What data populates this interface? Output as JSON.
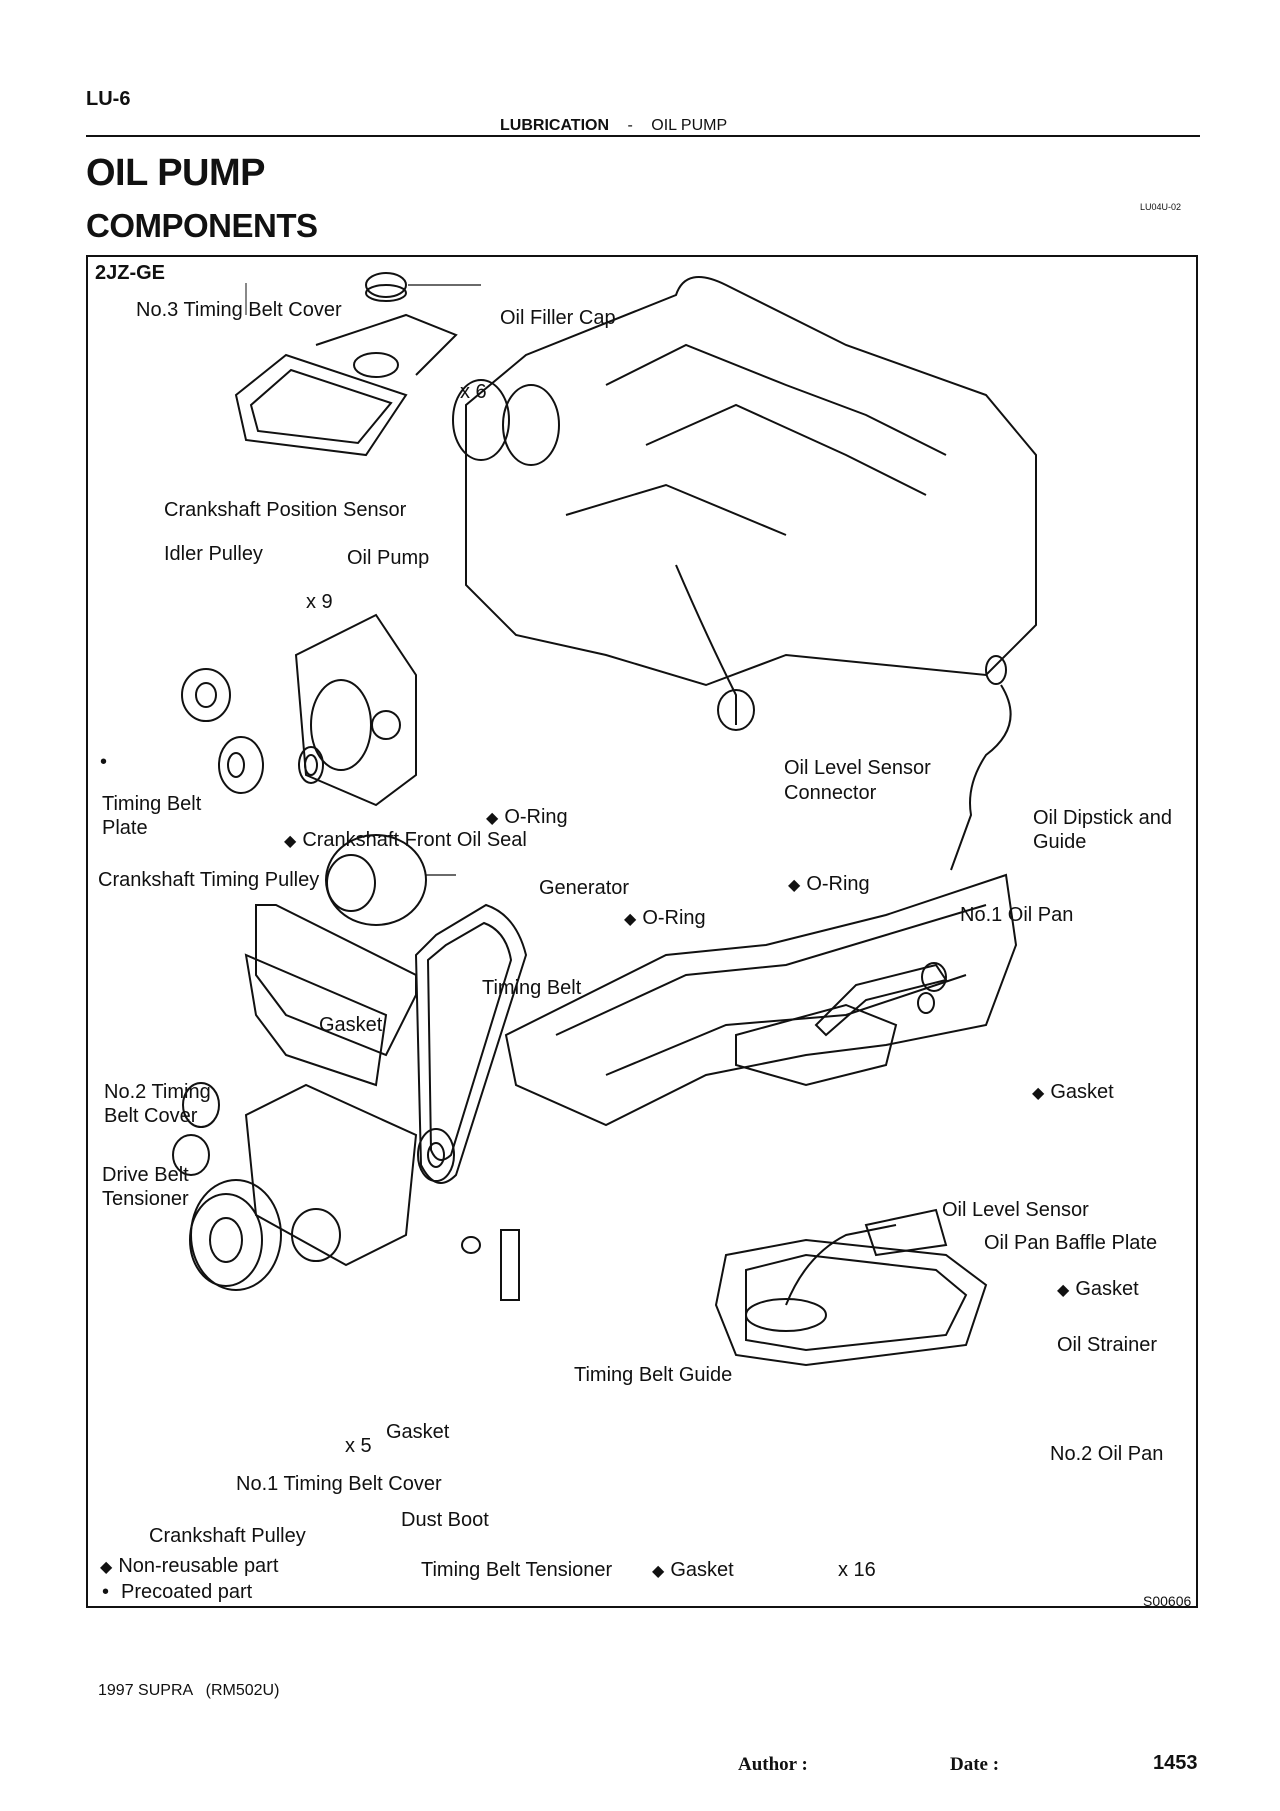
{
  "header": {
    "page_code": "LU-6",
    "section": "LUBRICATION",
    "separator": "-",
    "subsection": "OIL PUMP",
    "title": "OIL PUMP",
    "subtitle": "COMPONENTS",
    "doc_id": "LU04U-02"
  },
  "diagram": {
    "engine": "2JZ-GE",
    "figure_id": "S00606",
    "symbols": {
      "non_reusable": "◆",
      "precoated": "•"
    },
    "labels": {
      "no3_timing_belt_cover": "No.3 Timing Belt Cover",
      "oil_filler_cap": "Oil Filler Cap",
      "qty_x6": "x 6",
      "crankshaft_position_sensor": "Crankshaft Position Sensor",
      "idler_pulley": "Idler Pulley",
      "oil_pump": "Oil Pump",
      "qty_x9": "x 9",
      "timing_belt_plate_1": "Timing Belt",
      "timing_belt_plate_2": "Plate",
      "o_ring_oil_pump": "O-Ring",
      "crankshaft_front_oil_seal": "Crankshaft Front Oil Seal",
      "oil_level_sensor_connector_1": "Oil Level Sensor",
      "oil_level_sensor_connector_2": "Connector",
      "oil_dipstick_guide_1": "Oil Dipstick and",
      "oil_dipstick_guide_2": "Guide",
      "crankshaft_timing_pulley": "Crankshaft Timing Pulley",
      "generator": "Generator",
      "o_ring_dipstick": "O-Ring",
      "o_ring_oil_pan": "O-Ring",
      "no1_oil_pan": "No.1 Oil Pan",
      "timing_belt": "Timing Belt",
      "gasket_no2_cover": "Gasket",
      "no2_timing_belt_cover_1": "No.2 Timing",
      "no2_timing_belt_cover_2": "Belt Cover",
      "gasket_oil_level_sensor": "Gasket",
      "drive_belt_tensioner_1": "Drive Belt",
      "drive_belt_tensioner_2": "Tensioner",
      "oil_level_sensor": "Oil Level Sensor",
      "oil_pan_baffle_plate": "Oil Pan Baffle Plate",
      "gasket_oil_strainer": "Gasket",
      "oil_strainer": "Oil Strainer",
      "timing_belt_guide": "Timing Belt Guide",
      "gasket_dust_boot": "Gasket",
      "qty_x5": "x 5",
      "no2_oil_pan": "No.2 Oil Pan",
      "no1_timing_belt_cover": "No.1 Timing Belt Cover",
      "dust_boot": "Dust Boot",
      "crankshaft_pulley": "Crankshaft Pulley",
      "timing_belt_tensioner": "Timing Belt Tensioner",
      "gasket_drain_plug": "Gasket",
      "qty_x16": "x 16"
    },
    "legend": {
      "non_reusable": "Non-reusable part",
      "precoated": "Precoated part"
    }
  },
  "footer": {
    "model": "1997 SUPRA   (RM502U)",
    "author_label": "Author :",
    "date_label": "Date :",
    "page_number": "1453"
  }
}
